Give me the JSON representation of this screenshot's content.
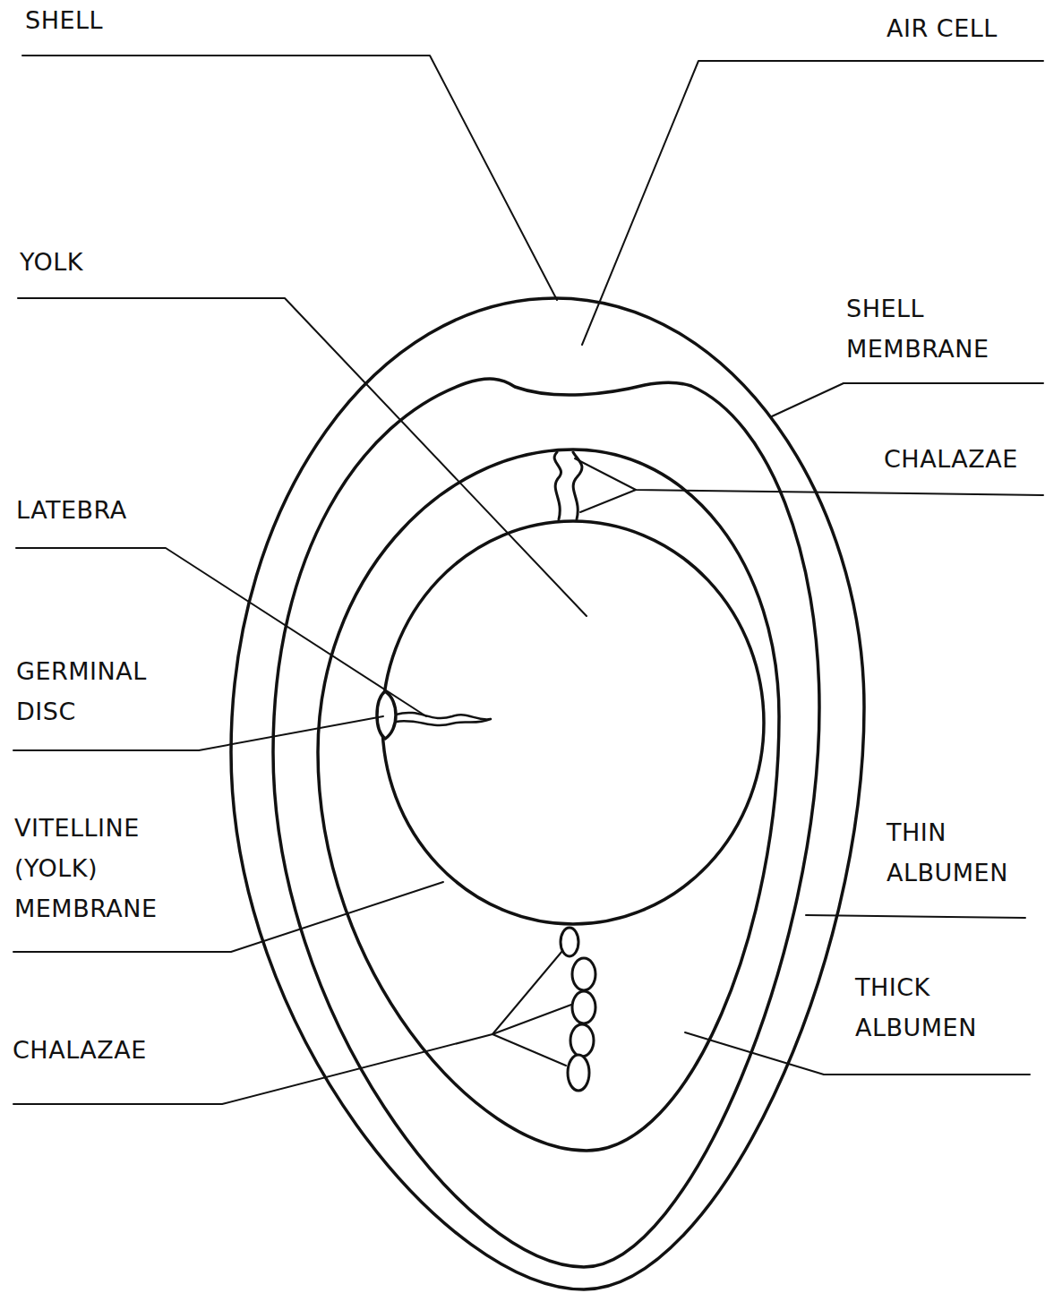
{
  "diagram": {
    "labels": [
      "SHELL",
      "AIR CELL",
      "YOLK",
      "SHELL MEMBRANE",
      "CHALAZAE",
      "LATEBRA",
      "GERMINAL DISC",
      "VITELLINE (YOLK) MEMBRANE",
      "THIN ALBUMEN",
      "THICK ALBUMEN",
      "CHALAZAE"
    ]
  }
}
